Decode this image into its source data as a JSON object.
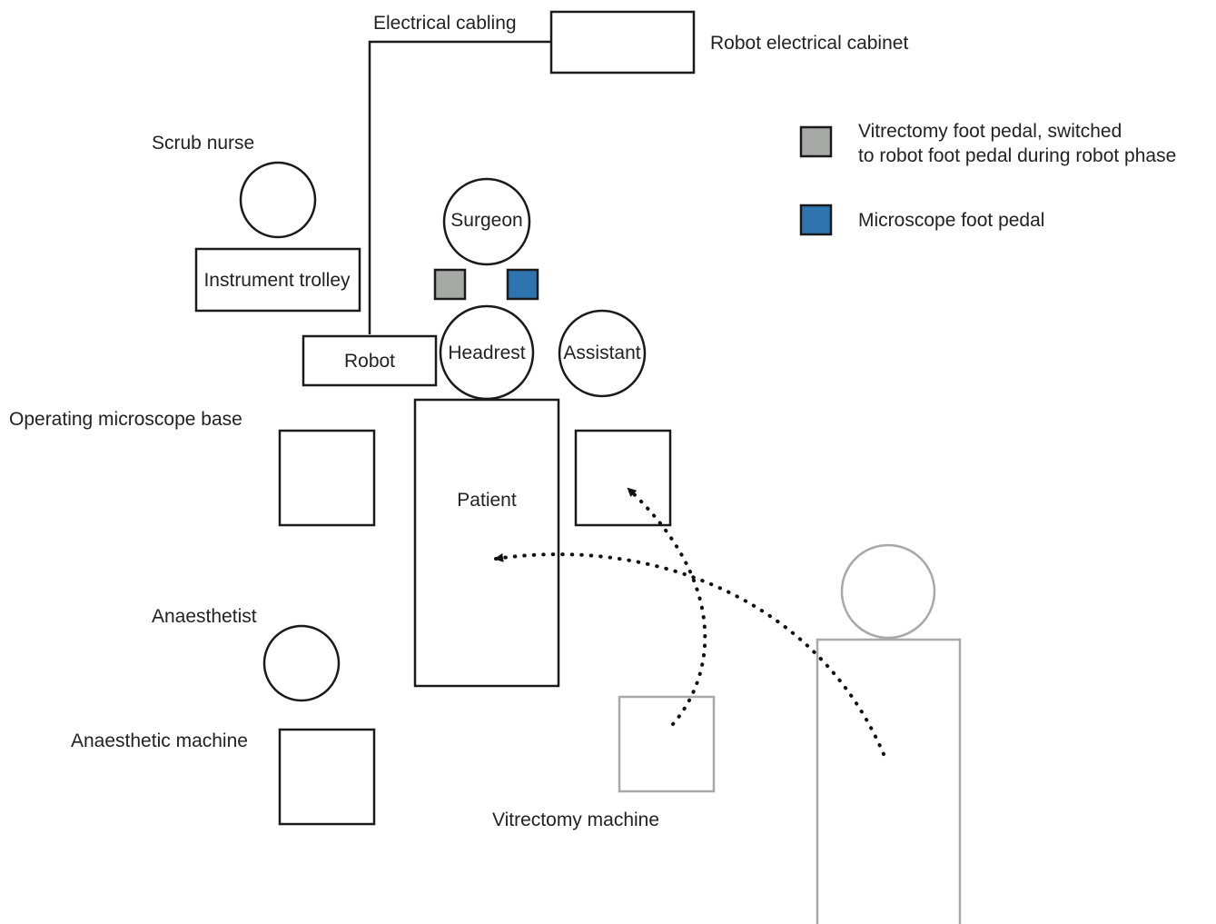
{
  "labels": {
    "electrical_cabling": "Electrical cabling",
    "robot_electrical_cabinet": "Robot electrical cabinet",
    "scrub_nurse": "Scrub nurse",
    "instrument_trolley": "Instrument trolley",
    "surgeon": "Surgeon",
    "robot": "Robot",
    "headrest": "Headrest",
    "assistant": "Assistant",
    "operating_microscope_base": "Operating microscope base",
    "patient": "Patient",
    "anaesthetist": "Anaesthetist",
    "anaesthetic_machine": "Anaesthetic machine",
    "vitrectomy_machine": "Vitrectomy machine"
  },
  "legend": [
    {
      "key": "vitrectomy_pedal",
      "lines": [
        "Vitrectomy foot pedal, switched",
        "to robot foot pedal during robot phase"
      ],
      "color": "#a7a9a7"
    },
    {
      "key": "microscope_pedal",
      "lines": [
        "Microscope foot pedal"
      ],
      "color": "#2e75b0"
    }
  ],
  "colors": {
    "outline": "#1a1a1a",
    "moved_equipment_outline": "#a8a8a8",
    "vitrectomy_pedal": "#a7a9a7",
    "microscope_pedal": "#2e75b0"
  }
}
